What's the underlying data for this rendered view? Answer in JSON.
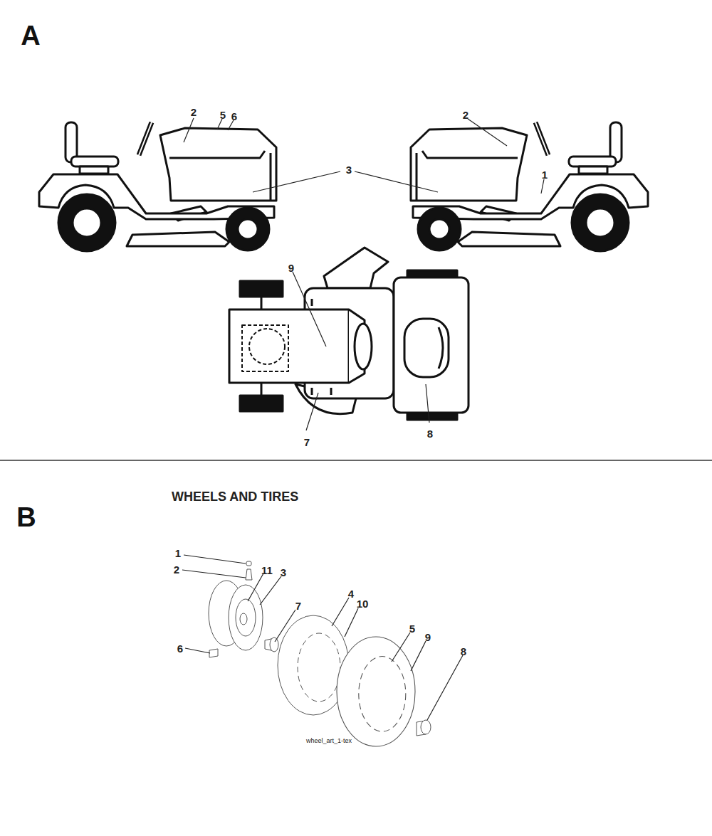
{
  "diagram": {
    "title": "WHEELS AND TIRES",
    "labels": [
      "A",
      "2",
      "5",
      "6",
      "2",
      "3",
      "1",
      "9",
      "7",
      "8",
      "B",
      "1",
      "2",
      "11",
      "3",
      "7",
      "4",
      "10",
      "5",
      "9",
      "6",
      "8",
      "wheel_art_1-tex"
    ]
  }
}
